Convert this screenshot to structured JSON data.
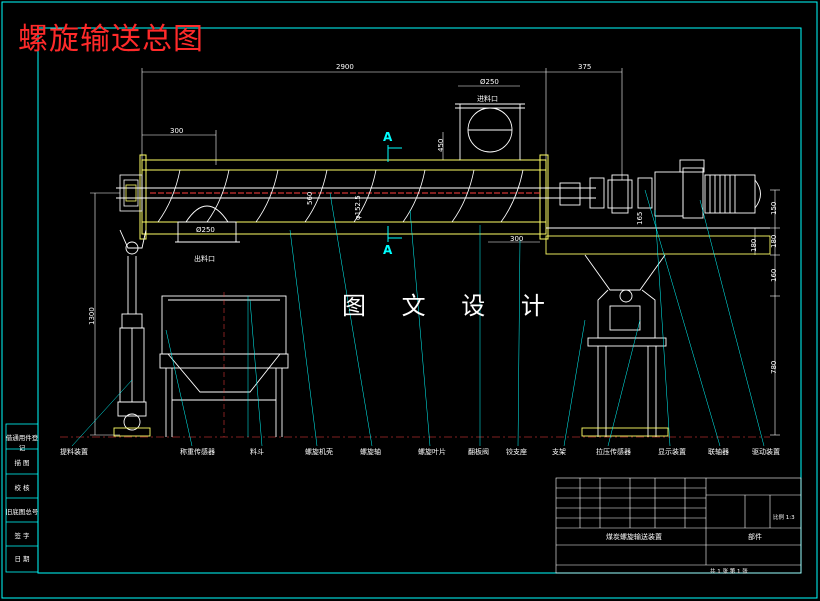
{
  "title": "螺旋输送总图",
  "watermark": "图 文 设 计",
  "colors": {
    "background": "#000000",
    "frame": "#00ffff",
    "outline": "#ffff66",
    "leader": "#00ffff",
    "dimension": "#ffffff",
    "title": "#ff2a2a",
    "centerline": "#ff4040"
  },
  "dimensions": {
    "overall": "2900",
    "drive": "375",
    "inlet_diameter": "Ø250",
    "outlet_diameter": "Ø250",
    "left_offset": "300",
    "support_width": "300",
    "right_150": "150",
    "right_180": "180",
    "right_180b": "180",
    "right_160": "160",
    "right_780": "780",
    "left_1300": "1300",
    "inlet_height": "450",
    "v1": "560",
    "v2": "φ152.5",
    "v3": "165"
  },
  "section_marker": "A",
  "annotations": {
    "inlet": "进料口",
    "outlet": "出料口"
  },
  "callouts": [
    "提料装置",
    "称重传感器",
    "料斗",
    "螺旋机壳",
    "螺旋轴",
    "螺旋叶片",
    "翻板阀",
    "铰支座",
    "支架",
    "拉压传感器",
    "显示装置",
    "联轴器",
    "驱动装置"
  ],
  "left_column": [
    "借通用件登记",
    "描 图",
    "校 核",
    "旧底图总号",
    "签 字",
    "日 期"
  ],
  "title_block": {
    "name": "煤炭螺旋输送装置",
    "type": "部件",
    "scale": "比例 1:3",
    "sheet": "共 1 张  第 1 张"
  }
}
